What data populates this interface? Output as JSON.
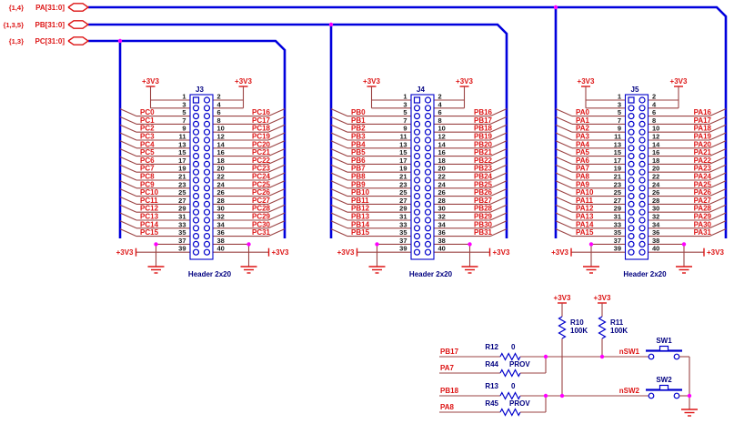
{
  "schematic": {
    "bus_ports": [
      {
        "sheet_refs": "{1,4}",
        "net": "PA[31:0]"
      },
      {
        "sheet_refs": "{1,3,5}",
        "net": "PB[31:0]"
      },
      {
        "sheet_refs": "{1,3}",
        "net": "PC[31:0]"
      }
    ],
    "headers": [
      {
        "refdes": "J3",
        "part": "Header 2x20",
        "power_label": "+3V3",
        "top_pins": {
          "left": [
            "1",
            "3"
          ],
          "right": [
            "2",
            "4"
          ]
        },
        "bottom_pins": {
          "left": [
            "37",
            "39"
          ],
          "right": [
            "38",
            "40"
          ]
        },
        "left": [
          [
            "5",
            "PC0"
          ],
          [
            "7",
            "PC1"
          ],
          [
            "9",
            "PC2"
          ],
          [
            "11",
            "PC3"
          ],
          [
            "13",
            "PC4"
          ],
          [
            "15",
            "PC5"
          ],
          [
            "17",
            "PC6"
          ],
          [
            "19",
            "PC7"
          ],
          [
            "21",
            "PC8"
          ],
          [
            "23",
            "PC9"
          ],
          [
            "25",
            "PC10"
          ],
          [
            "27",
            "PC11"
          ],
          [
            "29",
            "PC12"
          ],
          [
            "31",
            "PC13"
          ],
          [
            "33",
            "PC14"
          ],
          [
            "35",
            "PC15"
          ]
        ],
        "right": [
          [
            "6",
            "PC16"
          ],
          [
            "8",
            "PC17"
          ],
          [
            "10",
            "PC18"
          ],
          [
            "12",
            "PC19"
          ],
          [
            "14",
            "PC20"
          ],
          [
            "16",
            "PC21"
          ],
          [
            "18",
            "PC22"
          ],
          [
            "20",
            "PC23"
          ],
          [
            "22",
            "PC24"
          ],
          [
            "24",
            "PC25"
          ],
          [
            "26",
            "PC26"
          ],
          [
            "28",
            "PC27"
          ],
          [
            "30",
            "PC28"
          ],
          [
            "32",
            "PC29"
          ],
          [
            "34",
            "PC30"
          ],
          [
            "36",
            "PC31"
          ]
        ]
      },
      {
        "refdes": "J4",
        "part": "Header 2x20",
        "power_label": "+3V3",
        "top_pins": {
          "left": [
            "1",
            "3"
          ],
          "right": [
            "2",
            "4"
          ]
        },
        "bottom_pins": {
          "left": [
            "37",
            "39"
          ],
          "right": [
            "38",
            "40"
          ]
        },
        "left": [
          [
            "5",
            "PB0"
          ],
          [
            "7",
            "PB1"
          ],
          [
            "9",
            "PB2"
          ],
          [
            "11",
            "PB3"
          ],
          [
            "13",
            "PB4"
          ],
          [
            "15",
            "PB5"
          ],
          [
            "17",
            "PB6"
          ],
          [
            "19",
            "PB7"
          ],
          [
            "21",
            "PB8"
          ],
          [
            "23",
            "PB9"
          ],
          [
            "25",
            "PB10"
          ],
          [
            "27",
            "PB11"
          ],
          [
            "29",
            "PB12"
          ],
          [
            "31",
            "PB13"
          ],
          [
            "33",
            "PB14"
          ],
          [
            "35",
            "PB15"
          ]
        ],
        "right": [
          [
            "6",
            "PB16"
          ],
          [
            "8",
            "PB17"
          ],
          [
            "10",
            "PB18"
          ],
          [
            "12",
            "PB19"
          ],
          [
            "14",
            "PB20"
          ],
          [
            "16",
            "PB21"
          ],
          [
            "18",
            "PB22"
          ],
          [
            "20",
            "PB23"
          ],
          [
            "22",
            "PB24"
          ],
          [
            "24",
            "PB25"
          ],
          [
            "26",
            "PB26"
          ],
          [
            "28",
            "PB27"
          ],
          [
            "30",
            "PB28"
          ],
          [
            "32",
            "PB29"
          ],
          [
            "34",
            "PB30"
          ],
          [
            "36",
            "PB31"
          ]
        ]
      },
      {
        "refdes": "J5",
        "part": "Header 2x20",
        "power_label": "+3V3",
        "top_pins": {
          "left": [
            "1",
            "3"
          ],
          "right": [
            "2",
            "4"
          ]
        },
        "bottom_pins": {
          "left": [
            "37",
            "39"
          ],
          "right": [
            "38",
            "40"
          ]
        },
        "left": [
          [
            "5",
            "PA0"
          ],
          [
            "7",
            "PA1"
          ],
          [
            "9",
            "PA2"
          ],
          [
            "11",
            "PA3"
          ],
          [
            "13",
            "PA4"
          ],
          [
            "15",
            "PA5"
          ],
          [
            "17",
            "PA6"
          ],
          [
            "19",
            "PA7"
          ],
          [
            "21",
            "PA8"
          ],
          [
            "23",
            "PA9"
          ],
          [
            "25",
            "PA10"
          ],
          [
            "27",
            "PA11"
          ],
          [
            "29",
            "PA12"
          ],
          [
            "31",
            "PA13"
          ],
          [
            "33",
            "PA14"
          ],
          [
            "35",
            "PA15"
          ]
        ],
        "right": [
          [
            "6",
            "PA16"
          ],
          [
            "8",
            "PA17"
          ],
          [
            "10",
            "PA18"
          ],
          [
            "12",
            "PA19"
          ],
          [
            "14",
            "PA20"
          ],
          [
            "16",
            "PA21"
          ],
          [
            "18",
            "PA22"
          ],
          [
            "20",
            "PA23"
          ],
          [
            "22",
            "PA24"
          ],
          [
            "24",
            "PA25"
          ],
          [
            "26",
            "PA26"
          ],
          [
            "28",
            "PA27"
          ],
          [
            "30",
            "PA28"
          ],
          [
            "32",
            "PA29"
          ],
          [
            "34",
            "PA30"
          ],
          [
            "36",
            "PA31"
          ]
        ]
      }
    ],
    "switch_circuit": {
      "power_label": "+3V3",
      "pullups": [
        {
          "ref": "R10",
          "value": "100K"
        },
        {
          "ref": "R11",
          "value": "100K"
        }
      ],
      "branches": [
        {
          "primary_net": "PB17",
          "primary_res": "R12",
          "primary_val": "0",
          "alt_net": "PA7",
          "alt_res": "R44",
          "alt_val": "PROV",
          "out_net": "nSW1",
          "switch": "SW1"
        },
        {
          "primary_net": "PB18",
          "primary_res": "R13",
          "primary_val": "0",
          "alt_net": "PA8",
          "alt_res": "R45",
          "alt_val": "PROV",
          "out_net": "nSW2",
          "switch": "SW2"
        }
      ]
    },
    "colors": {
      "bus": "#0000dd",
      "wire": "#9b4343",
      "net_label": "#dd1414",
      "component": "#0000cc",
      "component_label": "#000080",
      "pin_number": "#1a1a1a",
      "junction": "#ff00ff",
      "power": "#dd1414"
    }
  }
}
